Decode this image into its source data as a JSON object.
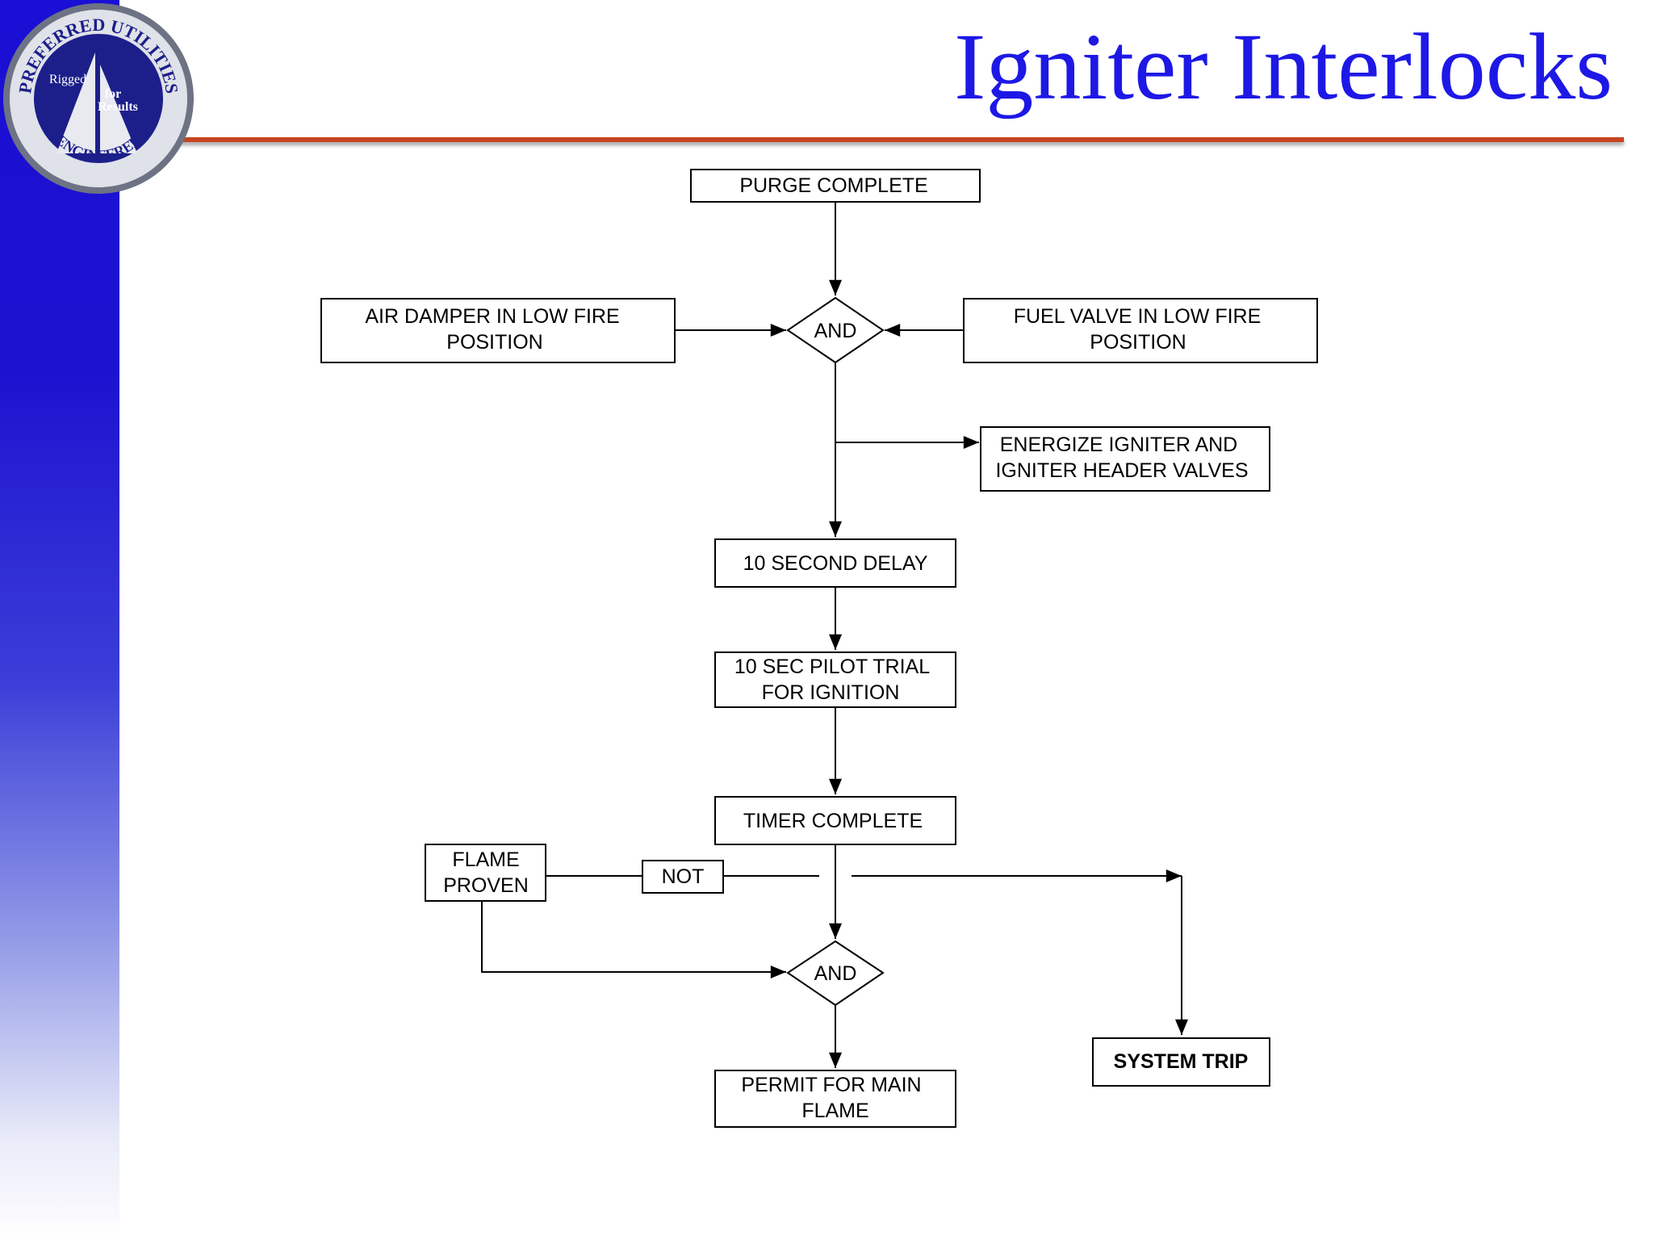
{
  "title": "Igniter Interlocks",
  "logo": {
    "top_text": "PREFERRED UTILITIES",
    "line1": "Rigged",
    "line2": "for",
    "line3": "Results",
    "bottom_text": "ENGINEERED"
  },
  "colors": {
    "title": "#1d18e6",
    "sidebar": "#1a0fd4",
    "rule": "#c8431f"
  },
  "flowchart": {
    "purge_complete": [
      "PURGE COMPLETE"
    ],
    "and_gate_1": [
      "AND"
    ],
    "air_damper": [
      "AIR DAMPER IN LOW FIRE",
      "POSITION"
    ],
    "fuel_valve": [
      "FUEL VALVE IN LOW FIRE",
      "POSITION"
    ],
    "energize": [
      "ENERGIZE IGNITER AND",
      "IGNITER HEADER VALVES"
    ],
    "delay": [
      "10 SECOND DELAY"
    ],
    "pilot_trial": [
      "10 SEC PILOT TRIAL",
      "FOR IGNITION"
    ],
    "timer_complete": [
      "TIMER COMPLETE"
    ],
    "flame_proven": [
      "FLAME",
      "PROVEN"
    ],
    "not_gate": [
      "NOT"
    ],
    "and_gate_2": [
      "AND"
    ],
    "permit": [
      "PERMIT FOR MAIN",
      "FLAME"
    ],
    "system_trip": [
      "SYSTEM TRIP"
    ]
  }
}
